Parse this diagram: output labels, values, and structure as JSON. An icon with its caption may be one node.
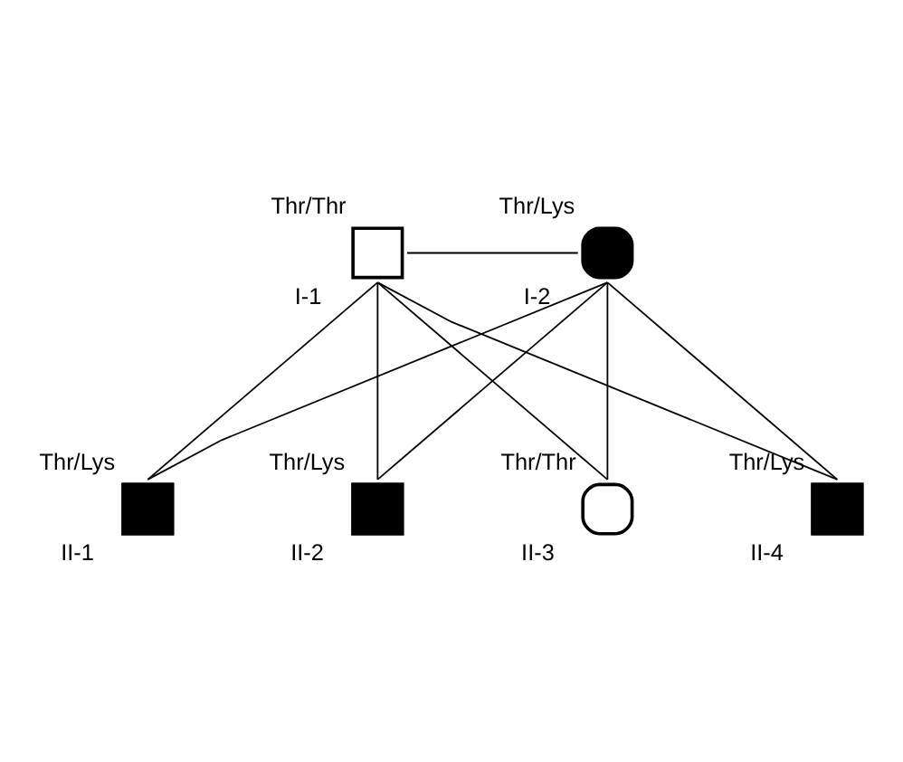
{
  "diagram": {
    "nodes": [
      {
        "text": [],
        "shape": "box",
        "beside": [
          "Thr/Thr",
          "I-1"
        ]
      },
      {
        "text": [],
        "shape": "circle",
        "beside": [
          "Thr/Lys",
          "I-2"
        ]
      },
      {
        "text": [],
        "shape": "box",
        "beside": [
          "Thr/Lys",
          "II-1"
        ]
      },
      {
        "text": [],
        "shape": "box",
        "beside": [
          "Thr/Lys",
          "II-2"
        ]
      },
      {
        "text": [],
        "shape": "circle",
        "beside": [
          "Thr/Thr",
          "II-3"
        ]
      },
      {
        "text": [],
        "shape": "box",
        "beside": [
          "Thr/Lys",
          "II-4"
        ]
      }
    ],
    "edges": [
      {
        "from": 0,
        "to": 1,
        "arrow": "none"
      },
      {
        "from": 0,
        "to": 2,
        "arrow": "none"
      },
      {
        "from": 1,
        "to": 2,
        "arrow": "none"
      },
      {
        "from": 0,
        "to": 3,
        "arrow": "none"
      },
      {
        "from": 1,
        "to": 3,
        "arrow": "none"
      },
      {
        "from": 0,
        "to": 4,
        "arrow": "none"
      },
      {
        "from": 1,
        "to": 4,
        "arrow": "none"
      },
      {
        "from": 0,
        "to": 5,
        "arrow": "none"
      },
      {
        "from": 1,
        "to": 5,
        "arrow": "none"
      }
    ]
  }
}
